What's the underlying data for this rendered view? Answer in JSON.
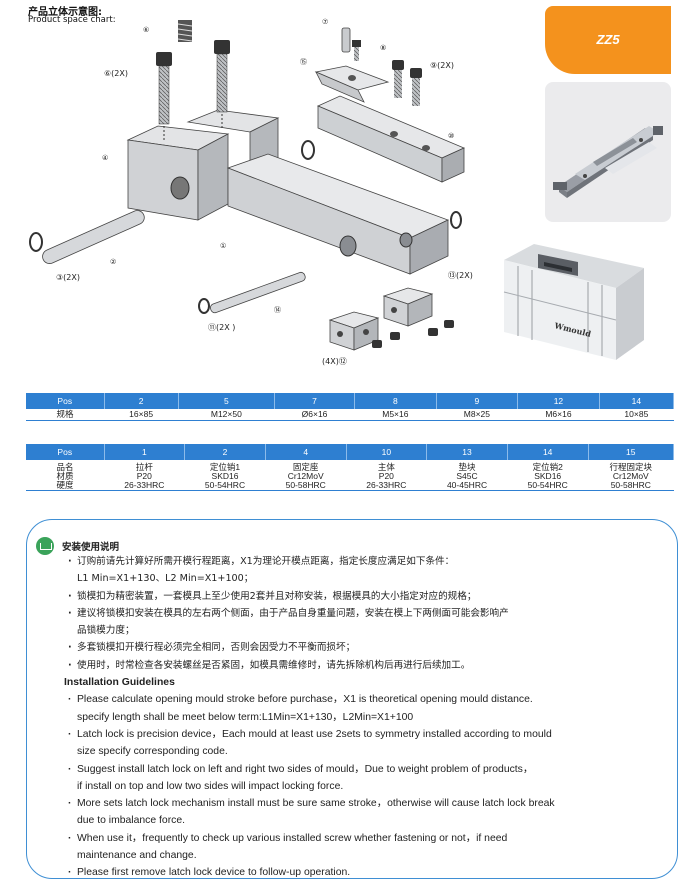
{
  "header": {
    "title_cn": "产品立体示意图:",
    "title_en": "Product space chart:"
  },
  "badge": {
    "label": "ZZ5"
  },
  "photo_label": "Wmould",
  "diagram": {
    "labels": {
      "p1": "①",
      "p2": "②",
      "p3": "③(2X)",
      "p4": "④",
      "p6": "⑥",
      "p6x": "⑥(2X)",
      "p7": "⑦",
      "p8": "⑧",
      "p9": "⑨(2X)",
      "p10": "⑩",
      "p11": "⑪(2X )",
      "p12": "(4X)⑫",
      "p13": "⑬(2X)",
      "p14": "⑭",
      "p15": "⑮"
    }
  },
  "table1": {
    "headers": [
      "Pos",
      "2",
      "5",
      "7",
      "8",
      "9",
      "12",
      "14"
    ],
    "rows": [
      [
        "规格",
        "16×85",
        "M12×50",
        "Ø6×16",
        "M5×16",
        "M8×25",
        "M6×16",
        "10×85"
      ]
    ]
  },
  "table2": {
    "headers": [
      "Pos",
      "1",
      "2",
      "4",
      "10",
      "13",
      "14",
      "15"
    ],
    "rows": [
      [
        "品名",
        "拉杆",
        "定位销1",
        "固定座",
        "主体",
        "垫块",
        "定位销2",
        "行程固定块"
      ],
      [
        "材质",
        "P20",
        "SKD16",
        "Cr12MoV",
        "P20",
        "S45C",
        "SKD16",
        "Cr12MoV"
      ],
      [
        "硬度",
        "26-33HRC",
        "50-54HRC",
        "50-58HRC",
        "26-33HRC",
        "40-45HRC",
        "50-54HRC",
        "50-58HRC"
      ]
    ]
  },
  "guide": {
    "title_cn": "安装使用说明",
    "cn": [
      "订购前请先计算好所需开模行程距离，X1为理论开模点距离，指定长度应满足如下条件：",
      "L1 Min=X1+130、L2 Min=X1+100；",
      "锁模扣为精密装置，一套模具上至少使用2套并且对称安装，根据模具的大小指定对应的规格；",
      "建议将锁模扣安装在模具的左右两个侧面，由于产品自身重量问题，安装在模上下两侧面可能会影响产",
      "品锁模力度；",
      "多套锁模扣开模行程必须完全相同，否则会因受力不平衡而损坏；",
      "使用时，时常检查各安装螺丝是否紧固，如模具需维修时，请先拆除机构后再进行后续加工。"
    ],
    "title_en": "Installation Guidelines",
    "en": [
      "Please calculate opening mould stroke before purchase，X1 is theoretical opening mould distance.",
      "specify length shall be meet below term:L1Min=X1+130，L2Min=X1+100",
      "Latch lock is precision device，Each mould at least use 2sets to symmetry installed according to mould",
      "size specify corresponding code.",
      "Suggest install latch lock on left and right two sides of mould，Due to weight problem of products，",
      "if install on top and low two sides will impact locking force.",
      "More sets latch lock mechanism install must be sure same stroke，otherwise will cause latch lock break",
      "due to imbalance force.",
      "When use it，frequently to check up various installed screw whether fastening or not，if need",
      "maintenance and change.",
      "Please first remove latch lock device to follow-up operation."
    ]
  }
}
